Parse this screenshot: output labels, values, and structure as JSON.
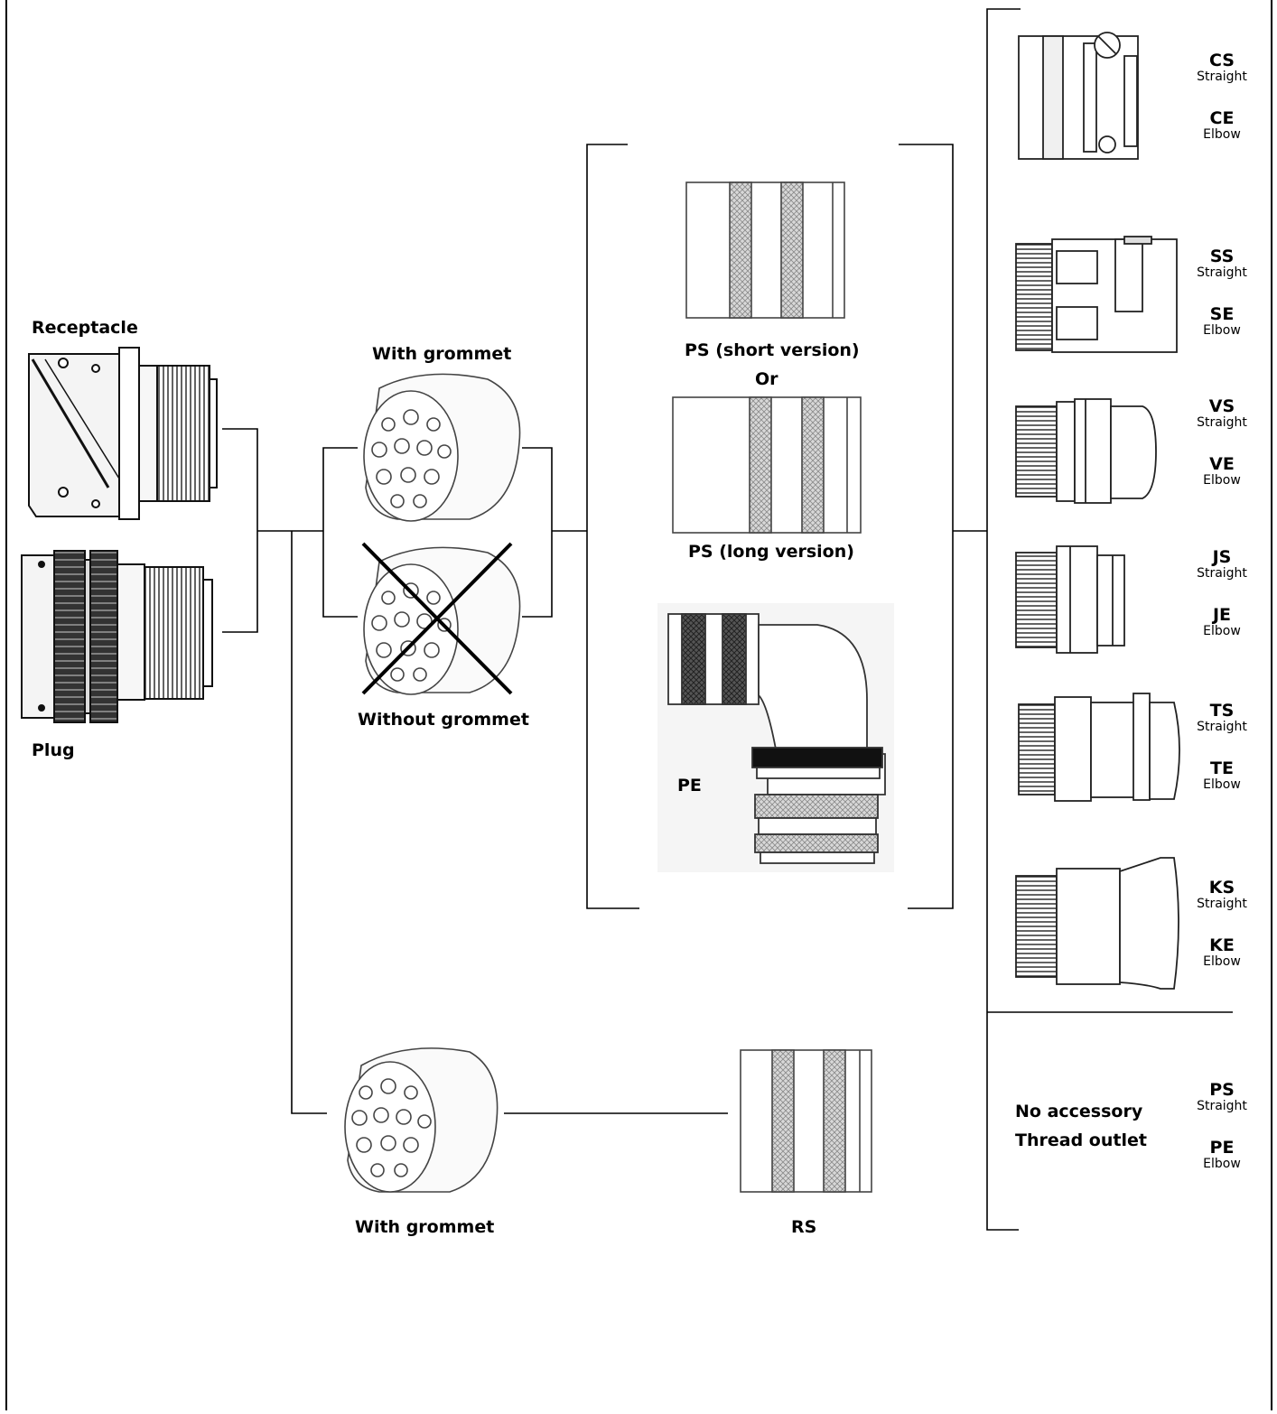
{
  "labels": {
    "receptacle": "Receptacle",
    "plug": "Plug",
    "with_grommet_top": "With grommet",
    "without_grommet": "Without grommet",
    "ps_short": "PS (short version)",
    "or": "Or",
    "ps_long": "PS (long version)",
    "pe": "PE",
    "with_grommet_bottom": "With grommet",
    "rs": "RS",
    "no_accessory": "No accessory",
    "thread_outlet": "Thread outlet"
  },
  "accessories": [
    {
      "straight_code": "CS",
      "straight": "Straight",
      "elbow_code": "CE",
      "elbow": "Elbow",
      "icon": "clamp-accessory"
    },
    {
      "straight_code": "SS",
      "straight": "Straight",
      "elbow_code": "SE",
      "elbow": "Elbow",
      "icon": "shrink-boot-adapter"
    },
    {
      "straight_code": "VS",
      "straight": "Straight",
      "elbow_code": "VE",
      "elbow": "Elbow",
      "icon": "cable-gland"
    },
    {
      "straight_code": "JS",
      "straight": "Straight",
      "elbow_code": "JE",
      "elbow": "Elbow",
      "icon": "conduit-adapter"
    },
    {
      "straight_code": "TS",
      "straight": "Straight",
      "elbow_code": "TE",
      "elbow": "Elbow",
      "icon": "tube-adapter"
    },
    {
      "straight_code": "KS",
      "straight": "Straight",
      "elbow_code": "KE",
      "elbow": "Elbow",
      "icon": "hose-adapter"
    },
    {
      "straight_code": "PS",
      "straight": "Straight",
      "elbow_code": "PE",
      "elbow": "Elbow",
      "icon": "none"
    }
  ]
}
